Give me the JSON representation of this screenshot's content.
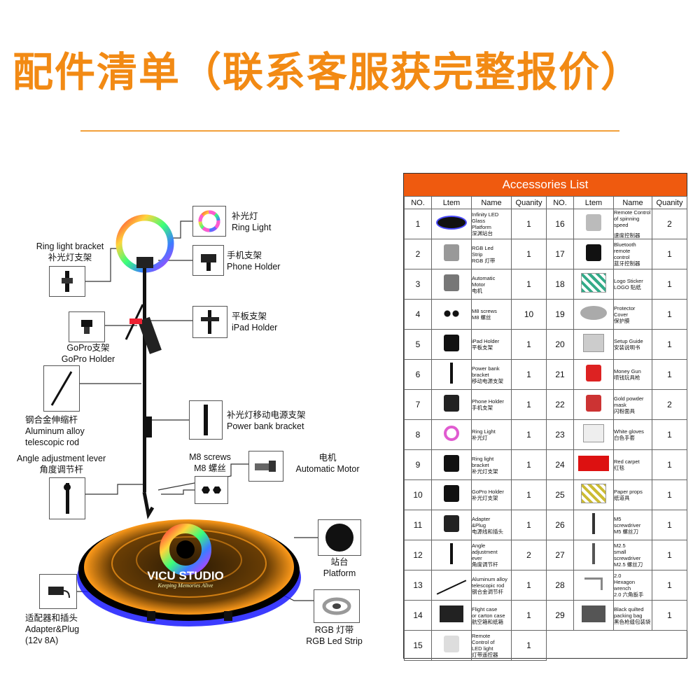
{
  "title": "配件清单（联系客服获完整报价）",
  "colors": {
    "accent": "#f28a14",
    "table_header": "#ef5a0f"
  },
  "callouts": {
    "ring_light": {
      "cn": "补光灯",
      "en": "Ring Light"
    },
    "ring_bracket": {
      "en": "Ring light bracket",
      "cn": "补光灯支架"
    },
    "phone_holder": {
      "cn": "手机支架",
      "en": "Phone Holder"
    },
    "ipad_holder": {
      "cn": "平板支架",
      "en": "iPad Holder"
    },
    "gopro": {
      "cn": "GoPro支架",
      "en": "GoPro Holder"
    },
    "telescopic": {
      "cn": "钢合金伸缩杆",
      "en1": "Aluminum alloy",
      "en2": "telescopic rod"
    },
    "power_bank": {
      "cn": "补光灯移动电源支架",
      "en": "Power bank bracket"
    },
    "angle_lever": {
      "en": "Angle adjustment lever",
      "cn": "角度调节杆"
    },
    "m8": {
      "en": "M8 screws",
      "cn": "M8 螺丝"
    },
    "motor": {
      "cn": "电机",
      "en": "Automatic Motor"
    },
    "platform": {
      "cn": "站台",
      "en": "Platform"
    },
    "adapter": {
      "cn": "适配器和插头",
      "en1": "Adapter&Plug",
      "en2": "(12v 8A)"
    },
    "rgb": {
      "cn": "RGB 灯带",
      "en": "RGB Led Strip"
    }
  },
  "logo_text": {
    "main": "VICU STUDIO",
    "sub": "Keeping Memories Alive"
  },
  "table": {
    "title": "Accessories List",
    "headers": [
      "NO.",
      "Ltem",
      "Name",
      "Quanity",
      "NO.",
      "Ltem",
      "Name",
      "Quanity"
    ],
    "left": [
      {
        "no": "1",
        "name": [
          "Infinity LED",
          "Glass",
          "Platform",
          "深渊站台"
        ],
        "qty": "1",
        "icon": "platform-icon"
      },
      {
        "no": "2",
        "name": [
          "RGB Led",
          "Strip",
          "RGB 灯带"
        ],
        "qty": "1",
        "icon": "led-strip-icon"
      },
      {
        "no": "3",
        "name": [
          "Automatic",
          "Motor",
          "电机"
        ],
        "qty": "1",
        "icon": "motor-icon"
      },
      {
        "no": "4",
        "name": [
          "M8 screws",
          "M8 螺丝"
        ],
        "qty": "10",
        "icon": "screws-icon"
      },
      {
        "no": "5",
        "name": [
          "iPad Holder",
          "平板支架"
        ],
        "qty": "1",
        "icon": "ipad-holder-icon"
      },
      {
        "no": "6",
        "name": [
          "Power bank",
          "bracket",
          "移动电源支架"
        ],
        "qty": "1",
        "icon": "power-bank-bracket-icon"
      },
      {
        "no": "7",
        "name": [
          "Phone Holder",
          "手机支架"
        ],
        "qty": "1",
        "icon": "phone-holder-icon"
      },
      {
        "no": "8",
        "name": [
          "Ring Light",
          "补光灯"
        ],
        "qty": "1",
        "icon": "ring-light-icon"
      },
      {
        "no": "9",
        "name": [
          "Ring light",
          "bracket",
          "补光灯支架"
        ],
        "qty": "1",
        "icon": "ring-bracket-icon"
      },
      {
        "no": "10",
        "name": [
          "GoPro Holder",
          "补光灯支架"
        ],
        "qty": "1",
        "icon": "gopro-holder-icon"
      },
      {
        "no": "11",
        "name": [
          "Adapter",
          "&Plug",
          "电源线和插头"
        ],
        "qty": "1",
        "icon": "adapter-icon"
      },
      {
        "no": "12",
        "name": [
          "Angle",
          "adjustment",
          "ever",
          "角度调节杆"
        ],
        "qty": "2",
        "icon": "angle-lever-icon"
      },
      {
        "no": "13",
        "name": [
          "Aluminum alloy",
          "telescopic rod",
          "钢合金调节杆"
        ],
        "qty": "1",
        "icon": "telescopic-rod-icon"
      },
      {
        "no": "14",
        "name": [
          "Flight case",
          "or carton case",
          "航空箱和纸箱"
        ],
        "qty": "1",
        "icon": "flight-case-icon"
      },
      {
        "no": "15",
        "name": [
          "Remote",
          "Control of",
          "LED light",
          "灯带遥控器"
        ],
        "qty": "1",
        "icon": "led-remote-icon"
      }
    ],
    "right": [
      {
        "no": "16",
        "name": [
          "Remote Control",
          "of spinning speed",
          "",
          "速度控制器"
        ],
        "qty": "2",
        "icon": "speed-remote-icon"
      },
      {
        "no": "17",
        "name": [
          "Bluetooth",
          "remote",
          "control",
          "蓝牙控制器"
        ],
        "qty": "1",
        "icon": "bluetooth-remote-icon"
      },
      {
        "no": "18",
        "name": [
          "Logo Sticker",
          "LOGO 贴纸"
        ],
        "qty": "1",
        "icon": "logo-sticker-icon"
      },
      {
        "no": "19",
        "name": [
          "Protector",
          "Cover",
          "保护膜"
        ],
        "qty": "1",
        "icon": "protector-cover-icon"
      },
      {
        "no": "20",
        "name": [
          "Setup Guide",
          "安装说明书"
        ],
        "qty": "1",
        "icon": "setup-guide-icon"
      },
      {
        "no": "21",
        "name": [
          "Money Gun",
          "喷钱玩具枪"
        ],
        "qty": "1",
        "icon": "money-gun-icon"
      },
      {
        "no": "22",
        "name": [
          "Gold powder",
          "mask",
          "闪粉面具"
        ],
        "qty": "2",
        "icon": "mask-icon"
      },
      {
        "no": "23",
        "name": [
          "White gloves",
          "白色手套"
        ],
        "qty": "1",
        "icon": "gloves-icon"
      },
      {
        "no": "24",
        "name": [
          "Red carpet",
          "红毯"
        ],
        "qty": "1",
        "icon": "red-carpet-icon"
      },
      {
        "no": "25",
        "name": [
          "Paper props",
          "纸道具"
        ],
        "qty": "1",
        "icon": "paper-props-icon"
      },
      {
        "no": "26",
        "name": [
          "M5",
          "screwdriver",
          "M5 螺丝刀"
        ],
        "qty": "1",
        "icon": "screwdriver-icon"
      },
      {
        "no": "27",
        "name": [
          "M2.5",
          "small",
          "screwdriver",
          "M2.5 螺丝刀"
        ],
        "qty": "1",
        "icon": "small-screwdriver-icon"
      },
      {
        "no": "28",
        "name": [
          "2.0",
          "Hexagon",
          "wrench",
          "2.0 六角扳手"
        ],
        "qty": "1",
        "icon": "hex-wrench-icon"
      },
      {
        "no": "29",
        "name": [
          "Black quilted",
          "packing bag",
          "黑色枪缝包装袋"
        ],
        "qty": "1",
        "icon": "packing-bag-icon"
      }
    ]
  }
}
